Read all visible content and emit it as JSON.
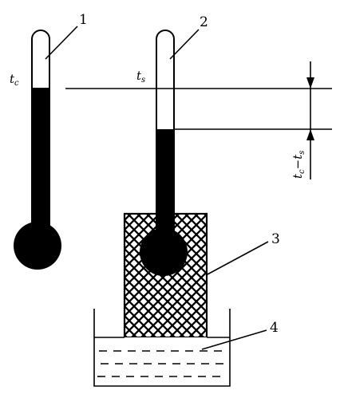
{
  "labels": {
    "dry_bulb": "1",
    "wet_bulb": "2",
    "wick": "3",
    "water": "4"
  },
  "symbols": {
    "dry_temp": {
      "base": "t",
      "sub": "c"
    },
    "wet_temp": {
      "base": "t",
      "sub": "s"
    },
    "difference": {
      "a_base": "t",
      "a_sub": "c",
      "dash": "−",
      "b_base": "t",
      "b_sub": "s"
    }
  }
}
